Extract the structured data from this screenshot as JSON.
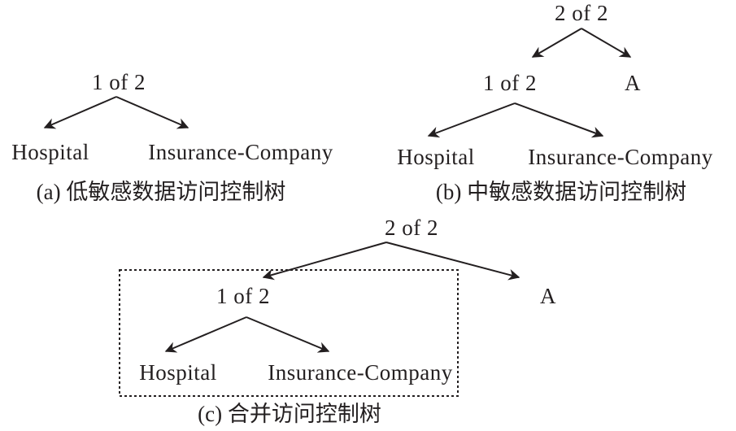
{
  "diagrams": [
    {
      "id": "a",
      "caption": "(a) 低敏感数据访问控制树",
      "root": "1 of 2",
      "leaves": [
        "Hospital",
        "Insurance-Company"
      ]
    },
    {
      "id": "b",
      "caption": "(b) 中敏感数据访问控制树",
      "root": "2 of 2",
      "child_gate": "1 of 2",
      "child_leaf": "A",
      "leaves": [
        "Hospital",
        "Insurance-Company"
      ]
    },
    {
      "id": "c",
      "caption": "(c) 合并访问控制树",
      "root": "2 of 2",
      "child_gate": "1 of 2",
      "child_leaf": "A",
      "leaves": [
        "Hospital",
        "Insurance-Company"
      ]
    }
  ],
  "colors": {
    "ink": "#231f20",
    "background": "#ffffff"
  }
}
